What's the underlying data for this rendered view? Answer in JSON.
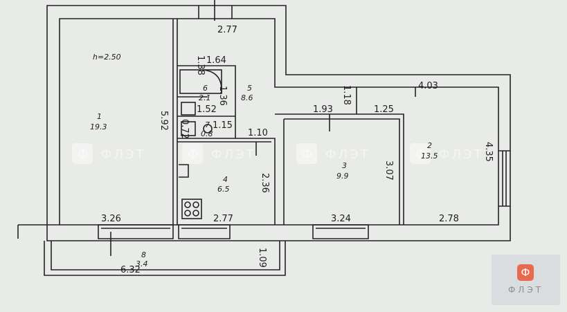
{
  "ceiling_height": "h=2.50",
  "dimensions": [
    "2.77",
    "1.38",
    "1.64",
    "4.03",
    "1.18",
    "1.93",
    "1.25",
    "1.36",
    "1.52",
    "1.15",
    "1.10",
    "5.92",
    "0.72",
    "2.36",
    "3.07",
    "4.35",
    "3.26",
    "2.77",
    "3.24",
    "2.78",
    "6.32",
    "1.09"
  ],
  "rooms": [
    {
      "num": "1",
      "area": "19.3"
    },
    {
      "num": "2",
      "area": "13.5"
    },
    {
      "num": "3",
      "area": "9.9"
    },
    {
      "num": "4",
      "area": "6.5"
    },
    {
      "num": "5",
      "area": "8.6"
    },
    {
      "num": "6",
      "area": "2.1"
    },
    {
      "num": "7",
      "area": "0.8"
    },
    {
      "num": "8",
      "area": "3.4"
    }
  ],
  "watermark": "ФЛЭТ",
  "watermark_icon": "Ф",
  "logo": {
    "text": "ФЛЭТ",
    "icon": "Ф",
    "accent": "#e8694f"
  }
}
